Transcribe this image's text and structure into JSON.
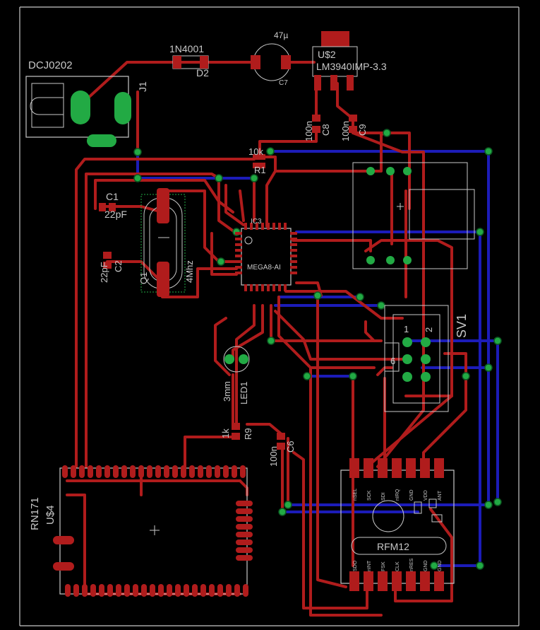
{
  "board": {
    "title_labels": {
      "dcj": "DCJ0202",
      "j1": "J1",
      "diode": "1N4001",
      "d2": "D2",
      "cap47": "47µ",
      "c7": "C7",
      "us2": "U$2",
      "regulator": "LM3940IMP-3.3",
      "c8_val": "100n",
      "c8": "C8",
      "c9_val": "100n",
      "c9": "C9",
      "r1_val": "10k",
      "r1": "R1",
      "c1": "C1",
      "c1_val": "22pF",
      "c2": "C2",
      "c2_val": "22pF",
      "q1": "Q1",
      "q1_val": "4Mhz",
      "ic3": "IC3",
      "mcu": "MEGA8-AI",
      "sv1": "SV1",
      "sv1_pin1": "1",
      "sv1_pin2": "2",
      "sv1_pin6": "6",
      "led_size": "3mm",
      "led1": "LED1",
      "r9_val": "1k",
      "r9": "R9",
      "c6_val": "100n",
      "c6": "C6",
      "rn": "RN171",
      "us4": "U$4",
      "rfm": "RFM12",
      "rfm_top_pins": [
        "nSEL",
        "SCK",
        "SDI",
        "nIRQ",
        "GND",
        "VDD",
        "ANT"
      ],
      "rfm_bot_pins": [
        "SDO",
        "nINT",
        "FSK",
        "CLK",
        "nRES",
        "GND",
        "GND"
      ]
    },
    "colors": {
      "background": "#000000",
      "top_copper": "#b01c1c",
      "bottom_copper": "#1c1cb8",
      "silkscreen": "#c8c8c8",
      "via": "#22aa44",
      "board_outline": "#c8c8c8"
    }
  }
}
